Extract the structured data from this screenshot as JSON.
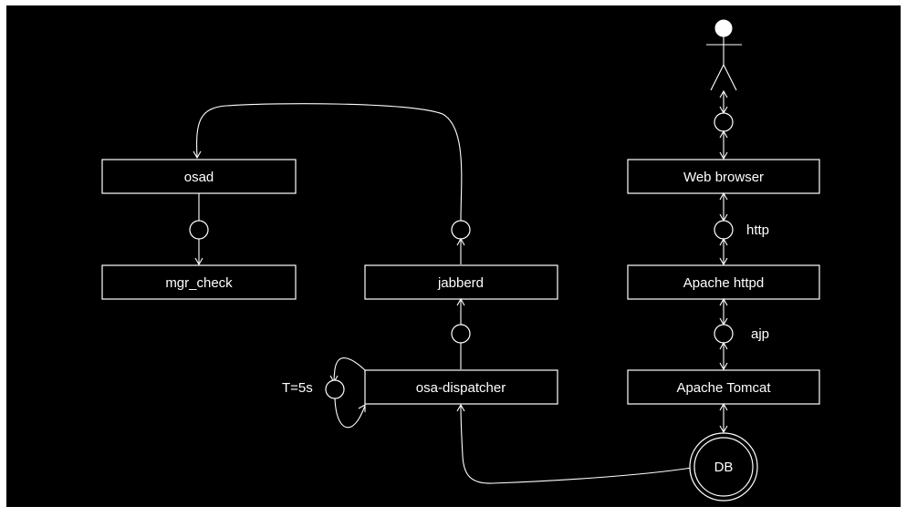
{
  "diagram": {
    "boxes": {
      "osad": "osad",
      "mgr_check": "mgr_check",
      "jabberd": "jabberd",
      "osa_dispatcher": "osa-dispatcher",
      "web_browser": "Web browser",
      "apache_httpd": "Apache httpd",
      "apache_tomcat": "Apache Tomcat"
    },
    "database": "DB",
    "protocols": {
      "http": "http",
      "ajp": "ajp"
    },
    "timer": "T=5s"
  },
  "colors": {
    "background": "#000000",
    "stroke": "#ffffff",
    "frame": "#ffffff"
  }
}
